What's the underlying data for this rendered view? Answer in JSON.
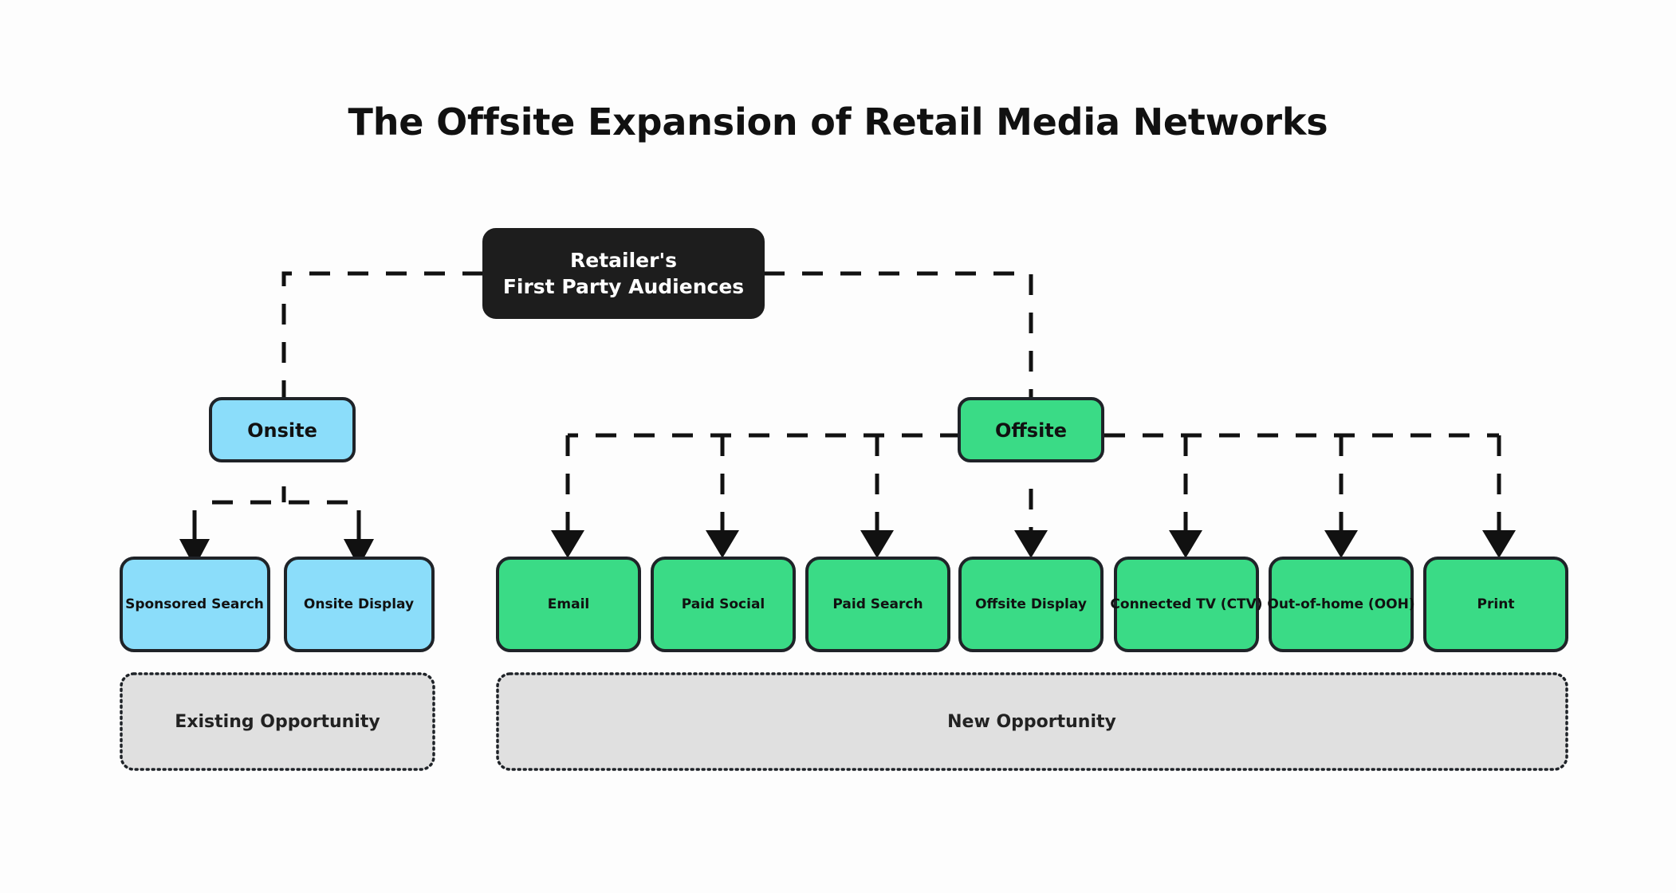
{
  "title": "The Offsite Expansion of Retail Media Networks",
  "colors": {
    "background": "#fdfdfd",
    "root_node": "#1d1d1d",
    "onsite_blue": "#8bddfa",
    "offsite_green": "#3adb86",
    "legend_gray": "#e0e0e0",
    "stroke": "#1f2328",
    "text_dark": "#111111",
    "text_light": "#ffffff"
  },
  "nodes": {
    "root": {
      "line1": "Retailer's",
      "line2": "First Party Audiences"
    },
    "branches": [
      {
        "id": "onsite",
        "label": "Onsite",
        "type": "blue"
      },
      {
        "id": "offsite",
        "label": "Offsite",
        "type": "green"
      }
    ],
    "onsite_children": [
      {
        "id": "sponsored-search",
        "label": "Sponsored Search"
      },
      {
        "id": "onsite-display",
        "label": "Onsite Display"
      }
    ],
    "offsite_children": [
      {
        "id": "email",
        "label": "Email"
      },
      {
        "id": "paid-social",
        "label": "Paid Social"
      },
      {
        "id": "paid-search",
        "label": "Paid Search"
      },
      {
        "id": "offsite-display",
        "label": "Offsite Display"
      },
      {
        "id": "connected-tv",
        "label": "Connected TV (CTV)"
      },
      {
        "id": "out-of-home",
        "label": "Out-of-home (OOH)"
      },
      {
        "id": "print",
        "label": "Print"
      }
    ]
  },
  "legend": [
    {
      "id": "existing-opportunity",
      "label": "Existing Opportunity"
    },
    {
      "id": "new-opportunity",
      "label": "New Opportunity"
    }
  ]
}
